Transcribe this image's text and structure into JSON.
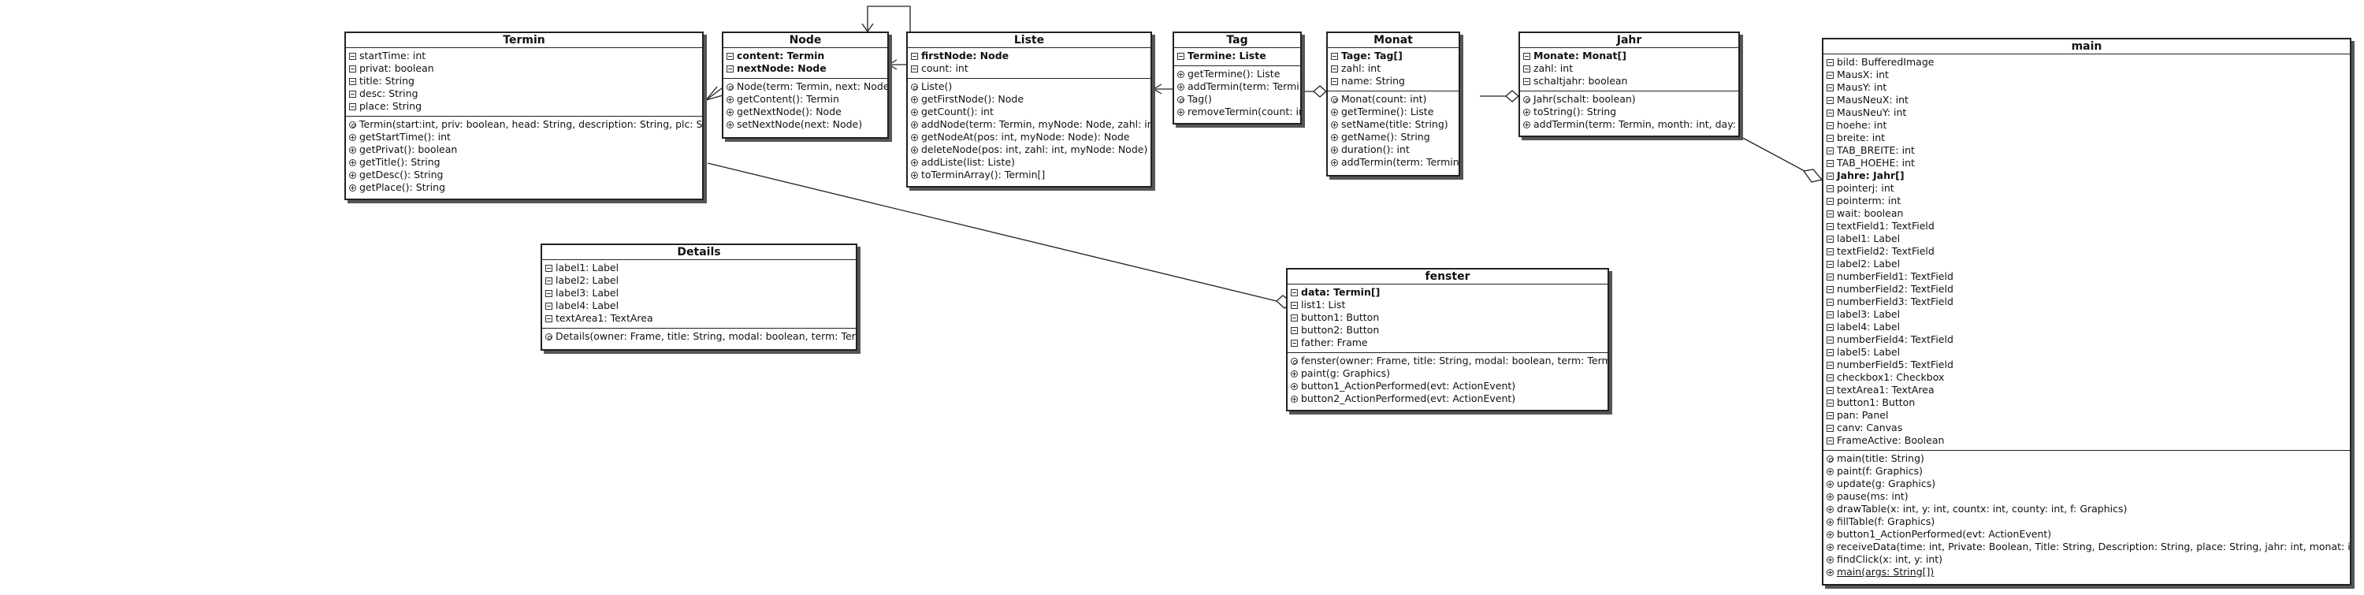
{
  "classes": {
    "termin": {
      "name": "Termin",
      "attributes": [
        "startTime: int",
        "privat: boolean",
        "title: String",
        "desc: String",
        "place: String"
      ],
      "operations": [
        "Termin(start:int, priv: boolean, head: String, description: String, plc: String)",
        "getStartTime(): int",
        "getPrivat(): boolean",
        "getTitle(): String",
        "getDesc(): String",
        "getPlace(): String"
      ]
    },
    "node": {
      "name": "Node",
      "attributes": [
        "content: Termin",
        "nextNode: Node"
      ],
      "operations": [
        "Node(term: Termin, next: Node)",
        "getContent(): Termin",
        "getNextNode(): Node",
        "setNextNode(next: Node)"
      ]
    },
    "liste": {
      "name": "Liste",
      "attributes": [
        "firstNode: Node",
        "count: int"
      ],
      "operations": [
        "Liste()",
        "getFirstNode(): Node",
        "getCount(): int",
        "addNode(term: Termin, myNode: Node, zahl: int)",
        "getNodeAt(pos: int, myNode: Node): Node",
        "deleteNode(pos: int, zahl: int, myNode: Node)",
        "addListe(list: Liste)",
        "toTerminArray(): Termin[]"
      ]
    },
    "tag": {
      "name": "Tag",
      "attributes": [
        "Termine: Liste"
      ],
      "operations": [
        "getTermine(): Liste",
        "addTermin(term: Termin)",
        "Tag()",
        "removeTermin(count: int)"
      ]
    },
    "monat": {
      "name": "Monat",
      "attributes": [
        "Tage: Tag[]",
        "zahl: int",
        "name: String"
      ],
      "operations": [
        "Monat(count: int)",
        "getTermine(): Liste",
        "setName(title: String)",
        "getName(): String",
        "duration(): int",
        "addTermin(term: Termin, day: int)"
      ]
    },
    "jahr": {
      "name": "Jahr",
      "attributes": [
        "Monate: Monat[]",
        "zahl: int",
        "schaltjahr: boolean"
      ],
      "operations": [
        "Jahr(schalt: boolean)",
        "toString(): String",
        "addTermin(term: Termin, month: int, day: int)"
      ]
    },
    "details": {
      "name": "Details",
      "attributes": [
        "label1: Label",
        "label2: Label",
        "label3: Label",
        "label4: Label",
        "textArea1: TextArea"
      ],
      "operations": [
        "Details(owner: Frame, title: String, modal: boolean, term: Termin)"
      ]
    },
    "fenster": {
      "name": "fenster",
      "attributes": [
        "data: Termin[]",
        "list1: List",
        "button1: Button",
        "button2: Button",
        "father: Frame"
      ],
      "operations": [
        "fenster(owner: Frame, title: String, modal: boolean, term: Termin[])",
        "paint(g: Graphics)",
        "button1_ActionPerformed(evt: ActionEvent)",
        "button2_ActionPerformed(evt: ActionEvent)"
      ]
    },
    "main": {
      "name": "main",
      "attributes": [
        "bild: BufferedImage",
        "MausX: int",
        "MausY: int",
        "MausNeuX: int",
        "MausNeuY: int",
        "hoehe: int",
        "breite: int",
        "TAB_BREITE: int",
        "TAB_HOEHE: int",
        "Jahre: Jahr[]",
        "pointerj: int",
        "pointerm: int",
        "wait: boolean",
        "textField1: TextField",
        "label1: Label",
        "textField2: TextField",
        "label2: Label",
        "numberField1: TextField",
        "numberField2: TextField",
        "numberField3: TextField",
        "label3: Label",
        "label4: Label",
        "numberField4: TextField",
        "label5: Label",
        "numberField5: TextField",
        "checkbox1: Checkbox",
        "textArea1: TextArea",
        "button1: Button",
        "pan: Panel",
        "canv: Canvas",
        "FrameActive: Boolean"
      ],
      "operations": [
        "main(title: String)",
        "paint(f: Graphics)",
        "update(g: Graphics)",
        "pause(ms: int)",
        "drawTable(x: int, y: int, countx: int, county: int, f: Graphics)",
        "fillTable(f: Graphics)",
        "button1_ActionPerformed(evt: ActionEvent)",
        "receiveData(time: int, Private: Boolean, Title: String, Description: String, place: String, jahr: int, monat: int, tag: int)",
        "findClick(x: int, y: int)",
        "main(args: String[])"
      ]
    }
  }
}
